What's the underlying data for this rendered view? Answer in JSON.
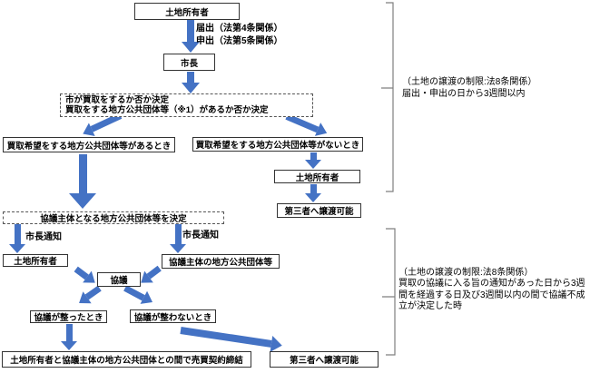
{
  "colors": {
    "arrow_blue": "#4472C4",
    "box_border": "#333333",
    "bracket_gray": "#7f7f7f"
  },
  "flow": {
    "landowner_top": "土地所有者",
    "notify_label_1": "届出（法第4条関係）",
    "notify_label_2": "申出（法第5条関係）",
    "mayor": "市長",
    "decision_line1": "市が買取をするか否か決定",
    "decision_line2": "買取をする地方公共団体等（※1）があるか否か決定",
    "has_buyer": "買取希望をする地方公共団体等があるとき",
    "no_buyer": "買取希望をする地方公共団体等がないとき",
    "landowner_right": "土地所有者",
    "transfer_possible_right": "第三者へ譲渡可能",
    "decide_entity": "協議主体となる地方公共団体等を決定",
    "mayor_notice_left": "市長通知",
    "mayor_notice_right": "市長通知",
    "landowner_left": "土地所有者",
    "consult_entity": "協議主体の地方公共団体等",
    "consultation": "協議",
    "agreed": "協議が整ったとき",
    "not_agreed": "協議が整わないとき",
    "contract": "土地所有者と協議主体の地方公共団体との間で売買契約締結",
    "transfer_possible_bottom": "第三者へ譲渡可能"
  },
  "annotations": {
    "top_line1": "（土地の譲渡の制限:法8条関係）",
    "top_line2": "届出・申出の日から3週間以内",
    "bottom_line1": "（土地の譲渡の制限:法8条関係）",
    "bottom_body": "買取の協議に入る旨の通知があった日から3週間を経過する日及び3週間以内の間で協議不成立が決定した時"
  }
}
